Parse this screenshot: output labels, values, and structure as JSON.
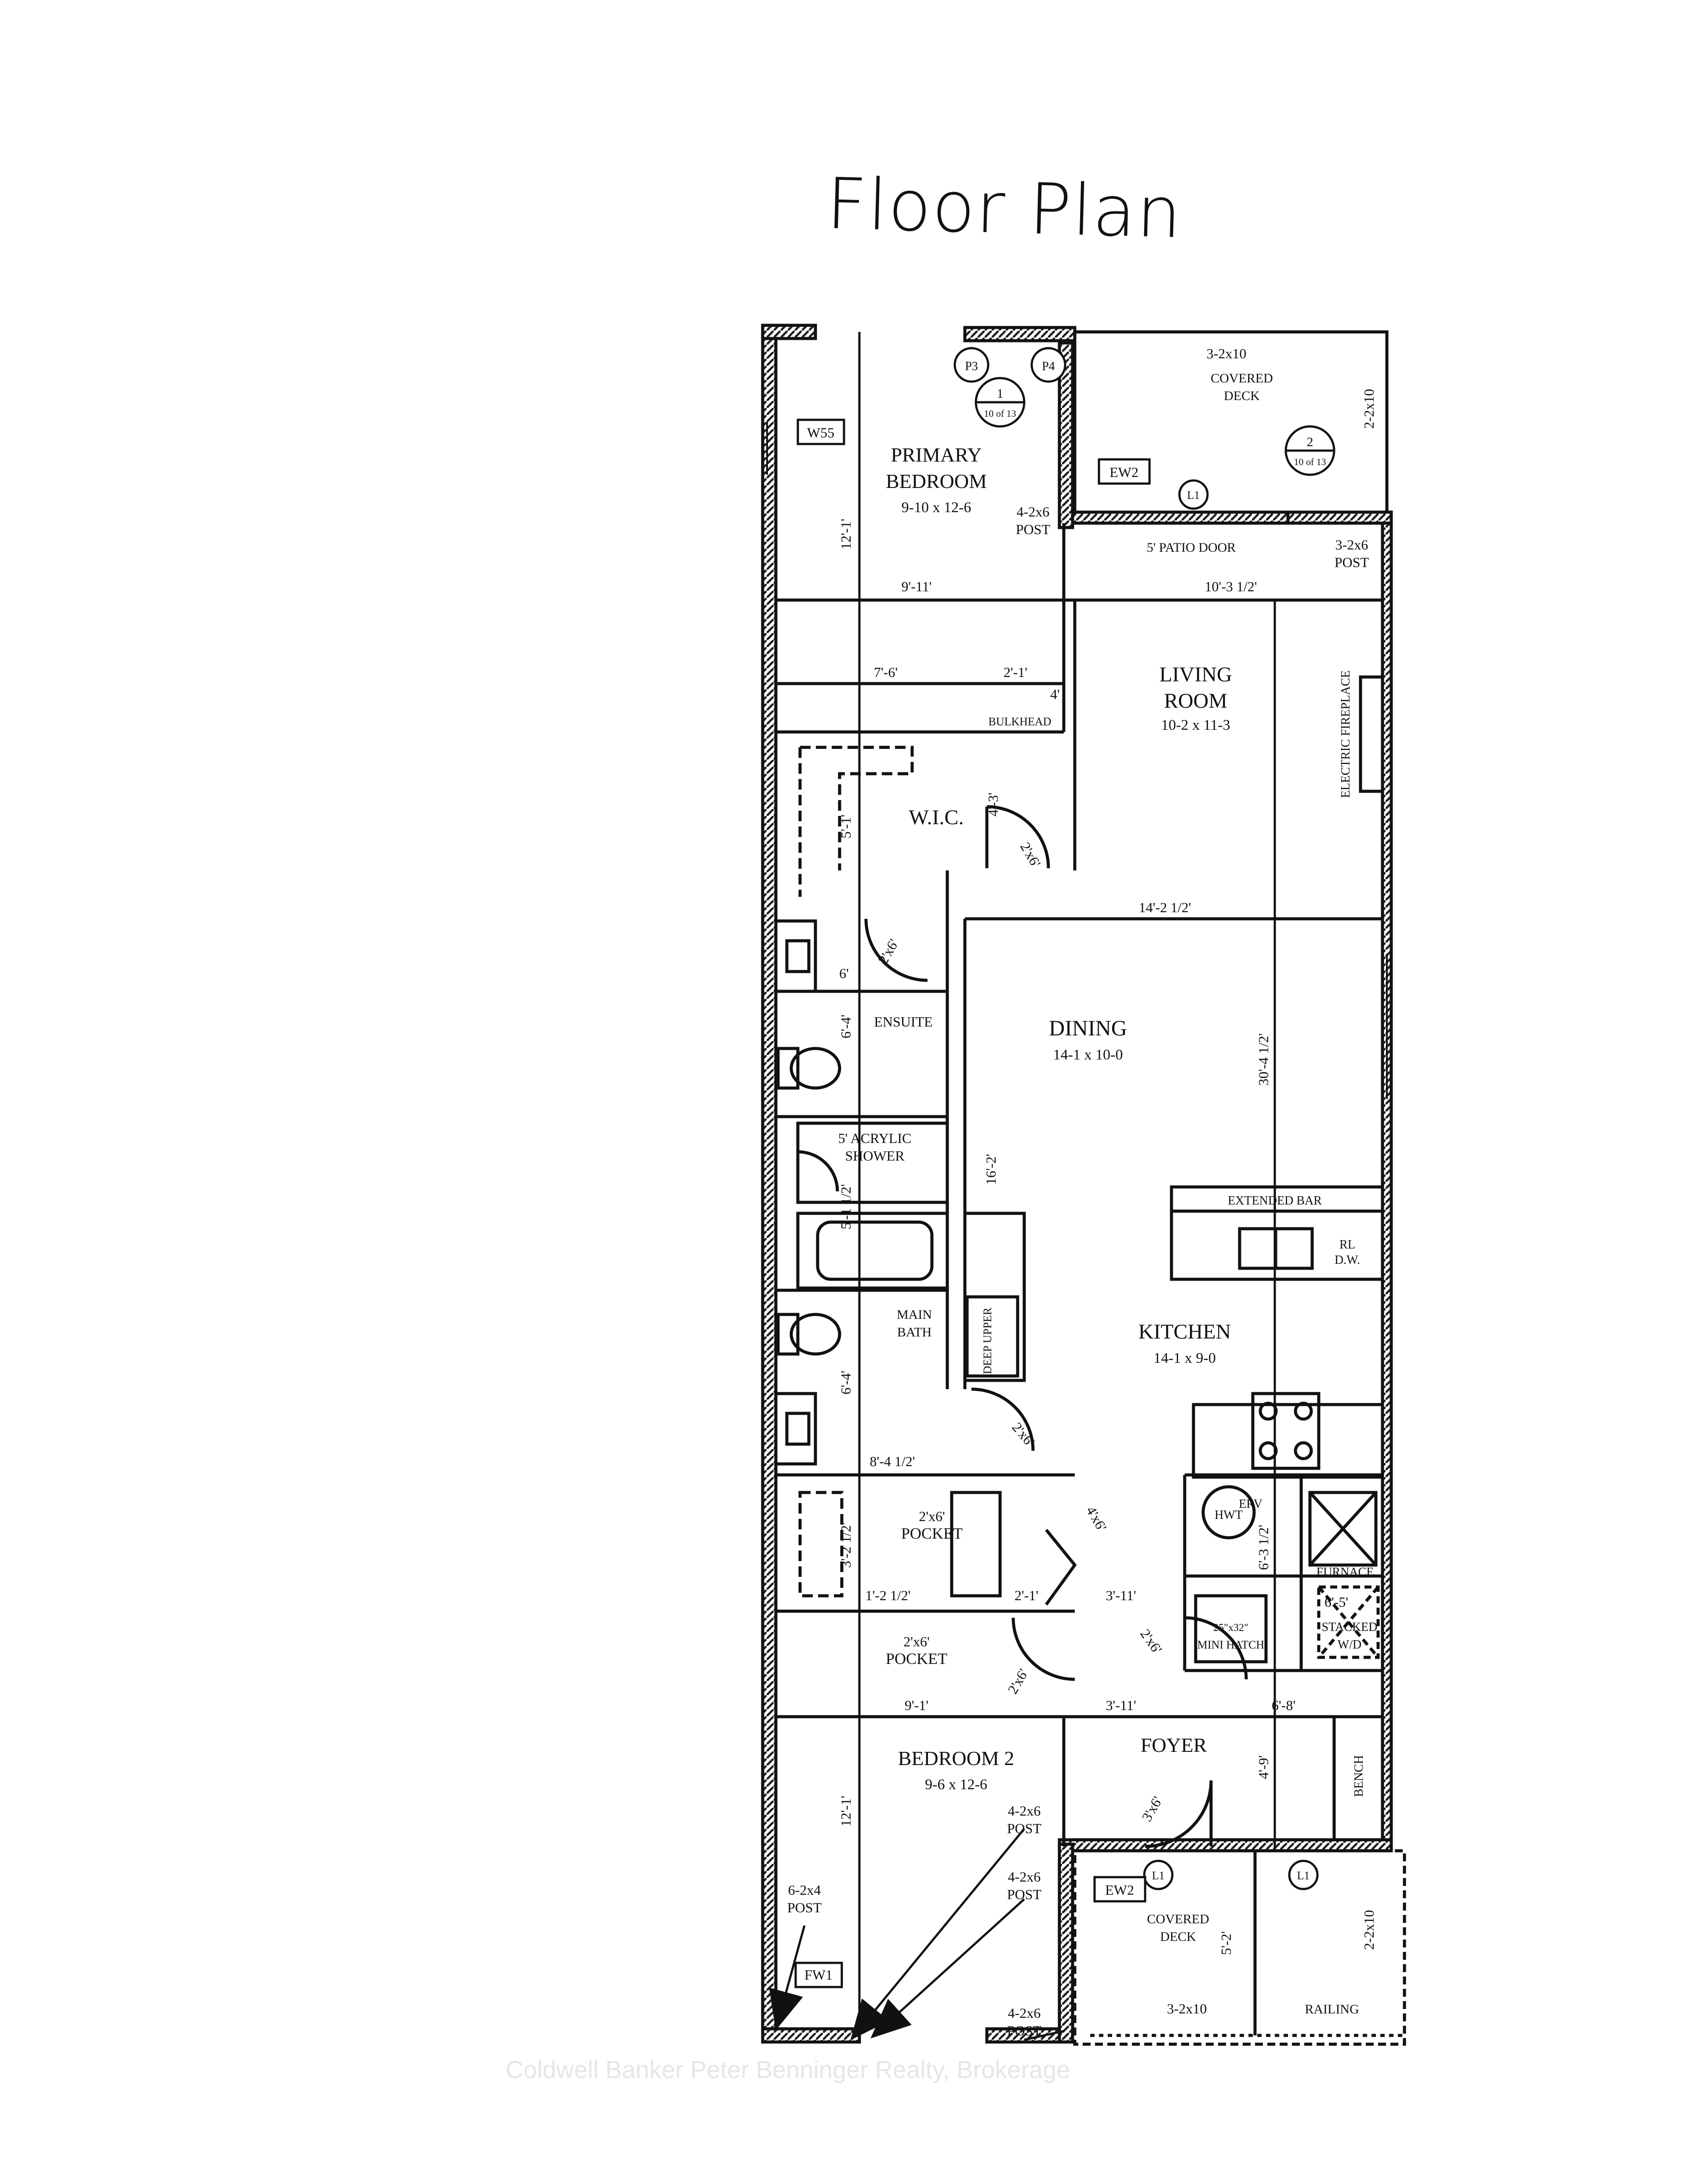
{
  "title": "Floor Plan",
  "watermark": "Coldwell Banker Peter Benninger Realty, Brokerage",
  "rooms": {
    "primary_bedroom": {
      "name_1": "PRIMARY",
      "name_2": "BEDROOM",
      "size": "9-10 x 12-6"
    },
    "covered_deck_top": {
      "name_1": "COVERED",
      "name_2": "DECK"
    },
    "living_room": {
      "name_1": "LIVING",
      "name_2": "ROOM",
      "size": "10-2 x 11-3"
    },
    "wic": {
      "name": "W.I.C."
    },
    "ensuite": {
      "name": "ENSUITE"
    },
    "dining": {
      "name": "DINING",
      "size": "14-1 x 10-0"
    },
    "shower": {
      "name_1": "5' ACRYLIC",
      "name_2": "SHOWER"
    },
    "main_bath": {
      "name_1": "MAIN",
      "name_2": "BATH"
    },
    "kitchen": {
      "name": "KITCHEN",
      "size": "14-1 x 9-0"
    },
    "bedroom_2": {
      "name": "BEDROOM 2",
      "size": "9-6 x 12-6"
    },
    "foyer": {
      "name": "FOYER"
    },
    "covered_deck_bottom": {
      "name_1": "COVERED",
      "name_2": "DECK"
    }
  },
  "labels": {
    "w55": "W55",
    "p3": "P3",
    "p4": "P4",
    "section_1_num": "1",
    "section_1_ref": "10 of 13",
    "section_2_num": "2",
    "section_2_ref": "10 of 13",
    "ew2_top": "EW2",
    "l1_top": "L1",
    "beam_top": "3-2x10",
    "beam_right": "2-2x10",
    "post_primary_1": "4-2x6",
    "post_primary_2": "POST",
    "patio_door": "5' PATIO DOOR",
    "post_deck_1": "3-2x6",
    "post_deck_2": "POST",
    "dim_9_11": "9'-11'",
    "dim_10_3": "10'-3 1/2'",
    "dim_12_1_top": "12'-1'",
    "dim_7_6": "7'-6'",
    "dim_2_1_top": "2'-1'",
    "dim_4": "4'",
    "bulkhead": "BULKHEAD",
    "electric_fireplace": "ELECTRIC FIREPLACE",
    "dim_5_1": "5'-1'",
    "dim_4_3": "4'-3'",
    "door_wic": "2'x6'",
    "door_ensuite": "2'x6'",
    "dim_14_2": "14'-2 1/2'",
    "dim_6_top": "6'",
    "dim_6_4_top": "6'-4'",
    "dim_30_4": "30'-4 1/2'",
    "dim_16_2": "16'-2'",
    "dim_5_1_half": "5'-1 1/2'",
    "extended_bar": "EXTENDED BAR",
    "rl": "RL",
    "dw": "D.W.",
    "deep_upper": "DEEP UPPER",
    "dim_6_4_bottom": "6'-4'",
    "door_bath": "2'x6'",
    "dim_8_4": "8'-4 1/2'",
    "pocket_1_size": "2'x6'",
    "pocket_1": "POCKET",
    "door_closet": "4'x6'",
    "hwt": "HWT",
    "erv": "ERV",
    "dim_3_2": "3'-2 1/2'",
    "dim_6_3": "6'-3 1/2'",
    "furnace": "FURNACE",
    "dim_1_2": "1'-2 1/2'",
    "dim_2_1_mid": "2'-1'",
    "dim_3_11_top": "3'-11'",
    "dim_6_5": "6'-5'",
    "door_mech": "2'x6'",
    "mini_hatch_1": "25\"x32\"",
    "mini_hatch_2": "MINI HATCH",
    "stacked_wd_1": "STACKED",
    "stacked_wd_2": "W/D",
    "pocket_2_size": "2'x6'",
    "pocket_2": "POCKET",
    "door_bed2": "2'x6'",
    "dim_9_1": "9'-1'",
    "dim_3_11_bottom": "3'-11'",
    "dim_6_8": "6'-8'",
    "dim_4_9": "4'-9'",
    "bench": "BENCH",
    "door_foyer": "3'x6'",
    "dim_12_1_bottom": "12'-1'",
    "post_bed2_a1": "4-2x6",
    "post_bed2_a2": "POST",
    "post_bed2_b1": "4-2x6",
    "post_bed2_b2": "POST",
    "post_bed2_c1": "6-2x4",
    "post_bed2_c2": "POST",
    "post_bed2_d1": "4-2x6",
    "post_bed2_d2": "POST",
    "ew2_bottom": "EW2",
    "l1_bottom_1": "L1",
    "l1_bottom_2": "L1",
    "dim_5_2": "5'-2'",
    "beam_bottom": "3-2x10",
    "beam_bottom_right": "2-2x10",
    "railing": "RAILING",
    "fw1": "FW1"
  }
}
